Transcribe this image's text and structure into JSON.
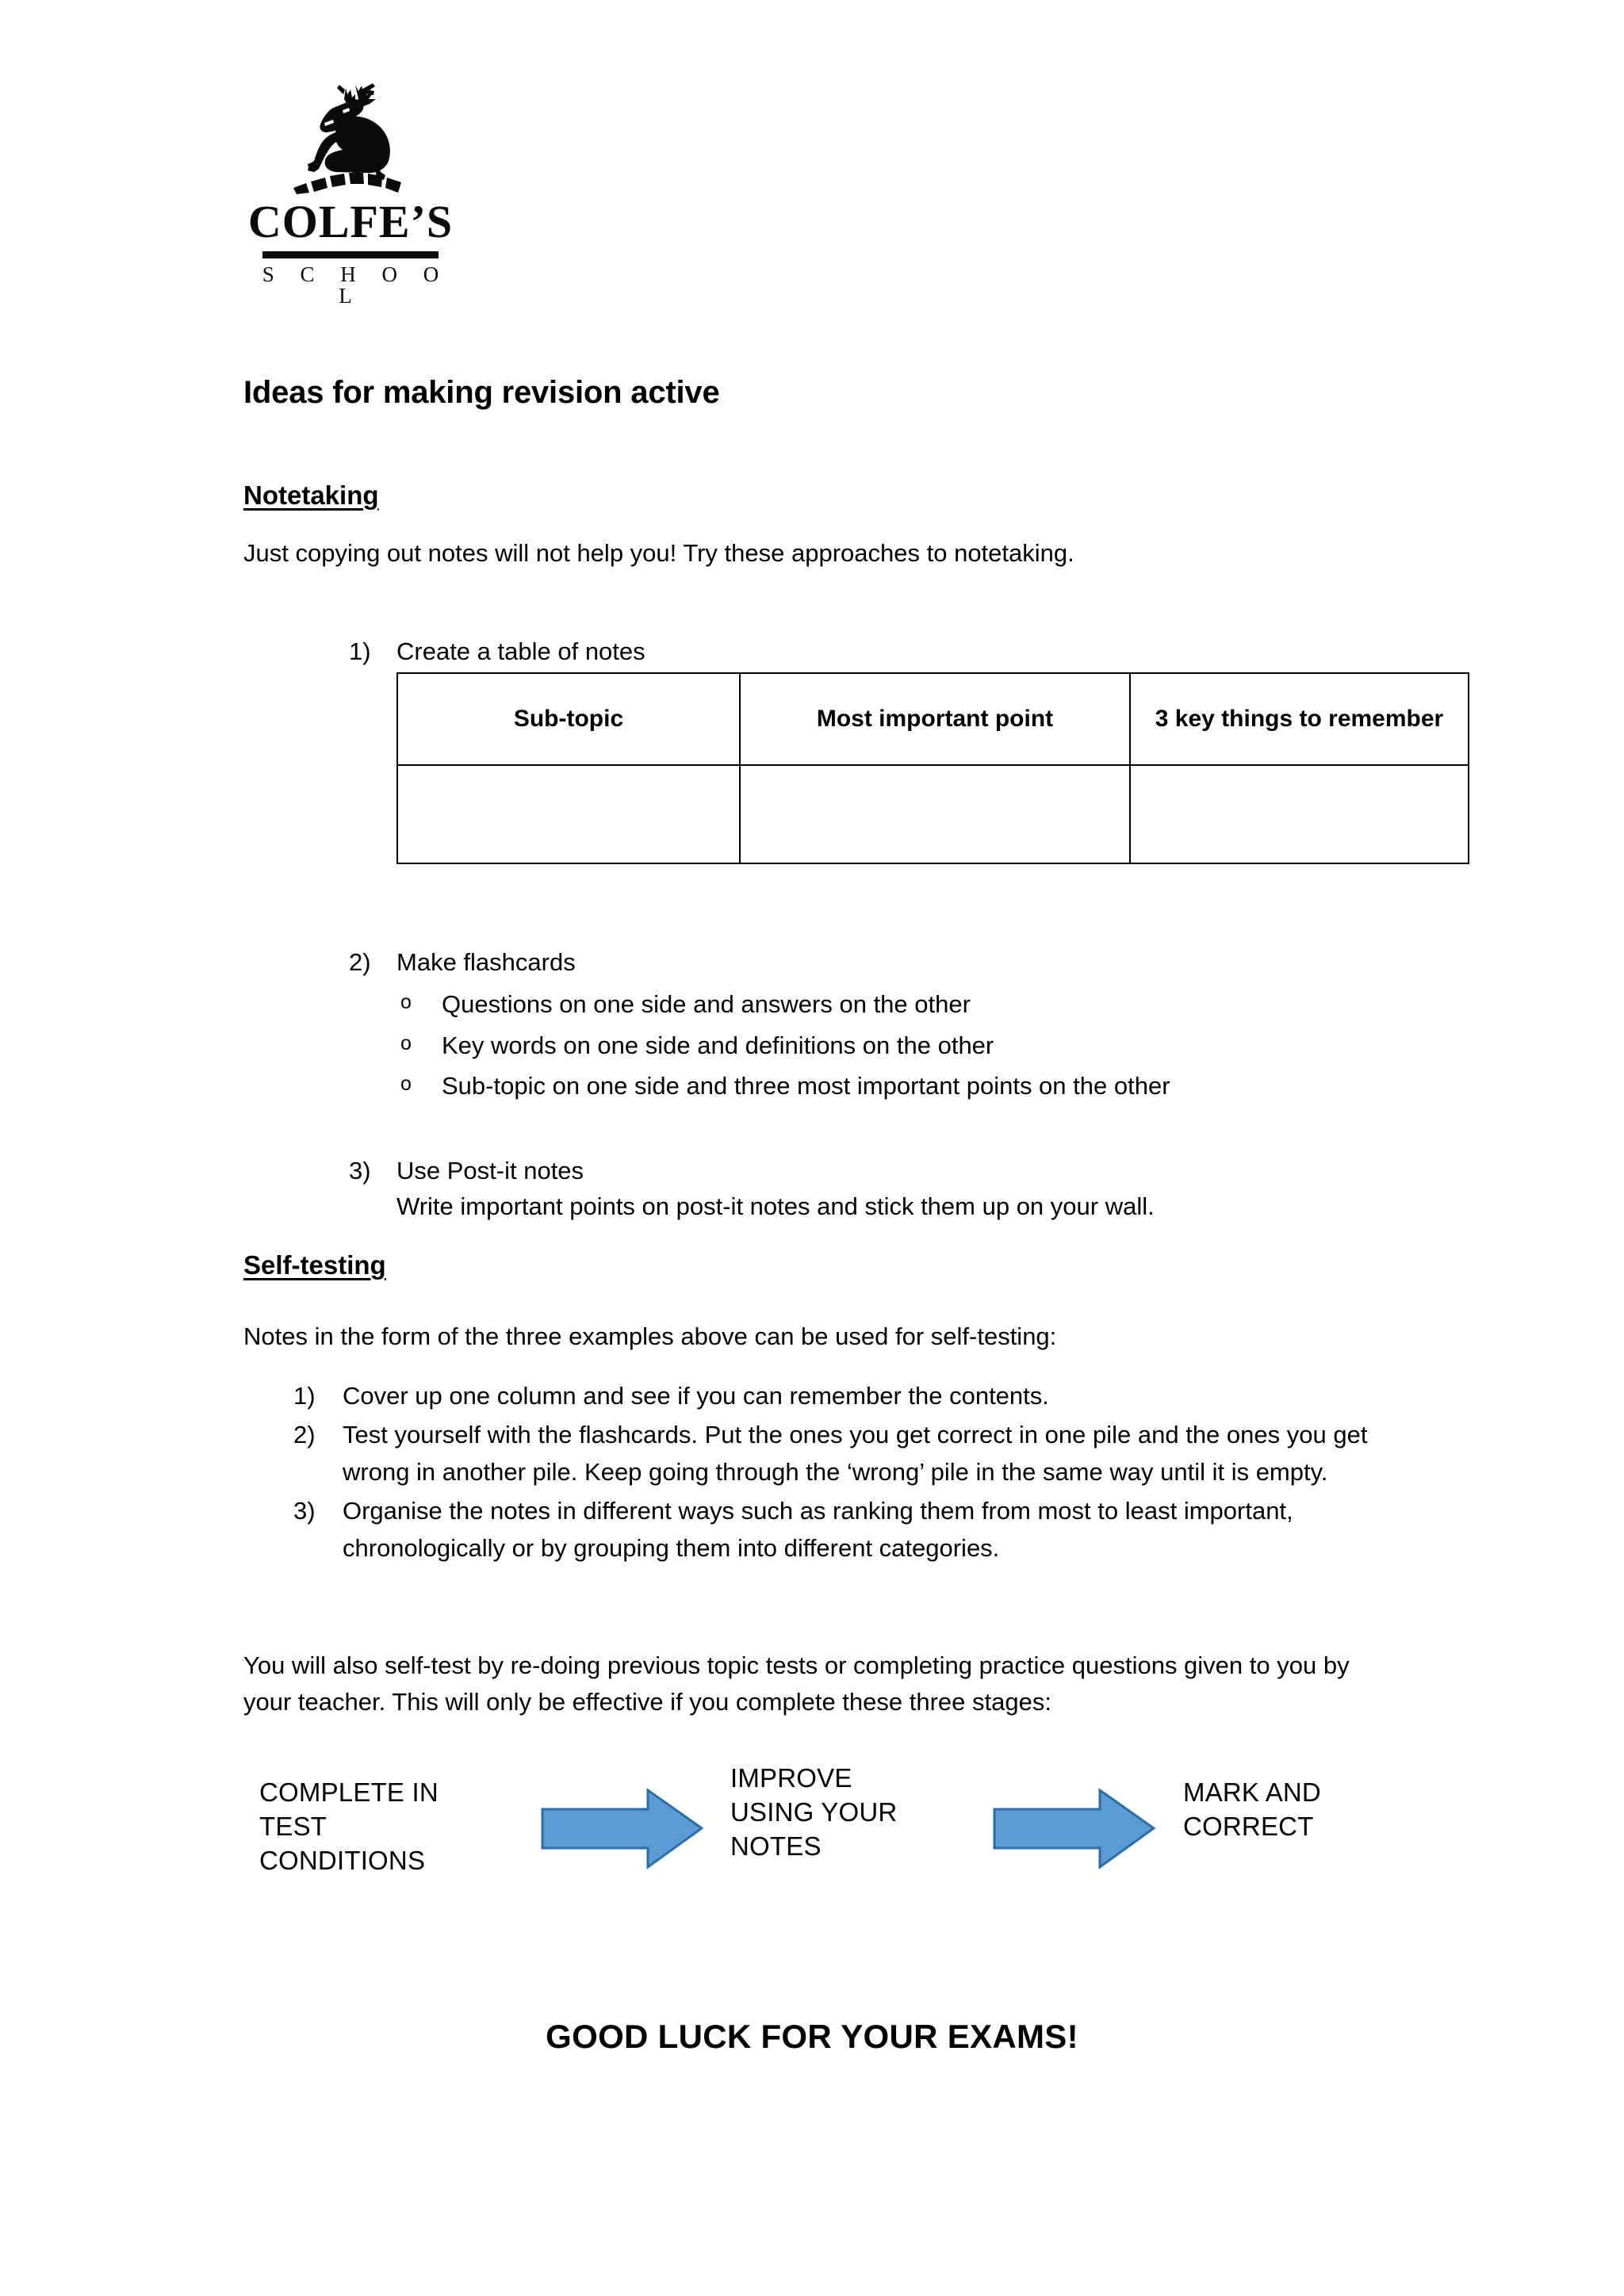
{
  "logo": {
    "icon": "stag-crest-icon",
    "wordmark": "COLFE’S",
    "subtitle": "S C H O O L"
  },
  "document": {
    "title": "Ideas for making revision active",
    "closing": "GOOD LUCK FOR YOUR EXAMS!"
  },
  "notetaking": {
    "heading": "Notetaking",
    "intro": "Just copying out notes will not help you! Try these approaches to notetaking.",
    "items": [
      {
        "marker": "1)",
        "text": "Create a table of notes"
      },
      {
        "marker": "2)",
        "text": "Make flashcards"
      },
      {
        "marker": "3)",
        "text": "Use Post-it notes",
        "detail": "Write important points on post-it notes and stick them up on your wall."
      }
    ],
    "flashcard_bullets": [
      {
        "marker": "o",
        "text": "Questions on one side and answers on the other"
      },
      {
        "marker": "o",
        "text": "Key words on one side and definitions on the other"
      },
      {
        "marker": "o",
        "text": "Sub-topic on one side and three most important points on the other"
      }
    ],
    "table": {
      "headers": [
        "Sub-topic",
        "Most important point",
        "3 key things to remember"
      ],
      "rows": [
        [
          "",
          "",
          ""
        ]
      ]
    }
  },
  "selftesting": {
    "heading": "Self-testing",
    "intro": "Notes in the form of the three examples above can be used for self-testing:",
    "items": [
      {
        "marker": "1)",
        "text": "Cover up one column and see if you can remember the contents."
      },
      {
        "marker": "2)",
        "text": "Test yourself with the flashcards. Put the ones you get correct in one pile and the ones you get wrong in another pile. Keep going through the ‘wrong’ pile in the same way until it is empty."
      },
      {
        "marker": "3)",
        "text": "Organise the notes in different ways such as ranking them from most to least important, chronologically or by grouping them into different categories."
      }
    ],
    "closing_para": "You will also self-test by re-doing previous topic tests or completing practice questions given to you by your teacher. This will only be effective if you complete these three stages:"
  },
  "stages": {
    "items": [
      {
        "label": "COMPLETE IN\nTEST\nCONDITIONS"
      },
      {
        "label": "IMPROVE\nUSING YOUR\nNOTES"
      },
      {
        "label": "MARK AND\nCORRECT"
      }
    ],
    "arrow_icon": "right-block-arrow-icon",
    "arrow_fill": "#5B9BD5",
    "arrow_stroke": "#2E6DA4"
  }
}
